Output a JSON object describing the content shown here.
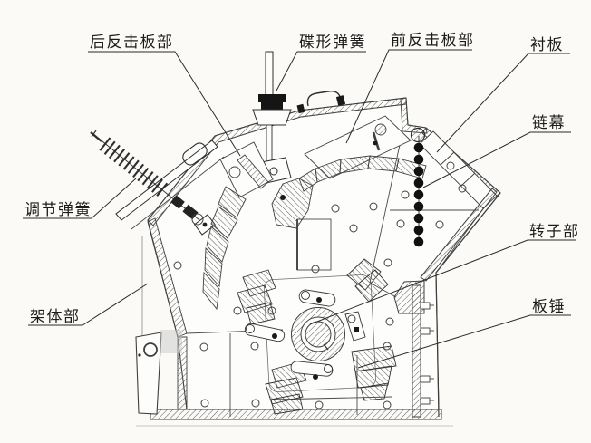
{
  "labels": {
    "rear_impact_plate": "后反击板部",
    "disc_spring": "碟形弹簧",
    "front_impact_plate": "前反击板部",
    "liner_plate": "衬板",
    "chain_curtain": "链幕",
    "adjust_spring": "调节弹簧",
    "frame_body": "架体部",
    "rotor": "转子部",
    "blow_bar": "板锤"
  },
  "colors": {
    "line": "#3f3f3f",
    "hatch": "#5c5c5c",
    "label_text": "#1c1c1c",
    "background": "#fbfaf7",
    "chain_dot": "#111111"
  }
}
